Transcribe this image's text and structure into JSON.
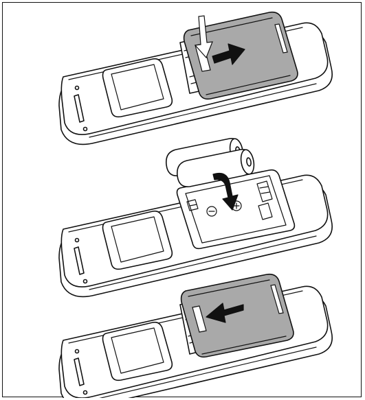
{
  "figure": {
    "steps": [
      {
        "action": "open-cover",
        "arrows": [
          "down-arrow-icon",
          "right-arrow-icon"
        ]
      },
      {
        "action": "insert-batteries",
        "battery_count": 2,
        "arrows": [
          "curved-down-arrow-icon"
        ]
      },
      {
        "action": "close-cover",
        "arrows": [
          "left-arrow-icon"
        ]
      }
    ],
    "colors": {
      "cover": "#a9a9a9",
      "line": "#111111",
      "background": "#ffffff"
    }
  }
}
